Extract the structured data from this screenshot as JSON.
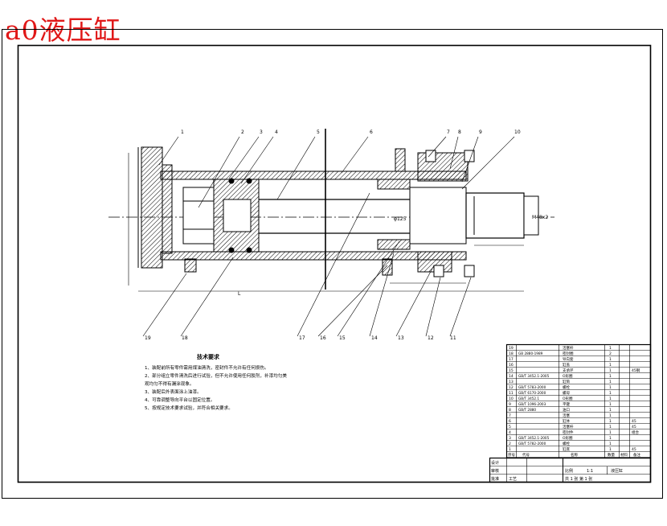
{
  "title": "a0液压缸",
  "part_numbers": [
    "1",
    "2",
    "3",
    "4",
    "5",
    "6",
    "7",
    "8",
    "9",
    "10",
    "11",
    "12",
    "13",
    "14",
    "15",
    "16",
    "17",
    "18",
    "19"
  ],
  "tech_requirements": {
    "heading": "技术要求",
    "items": [
      "1、装配前所有零件需用煤油清洗，密封件不允许有任何损伤。",
      "2、部分组立零件清洗后进行试验，但不允许使用任何胶剂，补漆均匀美",
      "观均匀不得有漏涂现象。",
      "3、装配后外表面涂上油漆。",
      "4、可靠调整导向平台以固定位置。",
      "5、按规定技术要求试验，并符合相关要求。"
    ]
  },
  "bom_rows": [
    {
      "no": "19",
      "code": "",
      "name": "活塞杆",
      "qty": "1",
      "material": "",
      "note": ""
    },
    {
      "no": "18",
      "code": "GB 2880-1989",
      "name": "密封圈",
      "qty": "2",
      "material": "",
      "note": ""
    },
    {
      "no": "17",
      "code": "",
      "name": "导向套",
      "qty": "1",
      "material": "",
      "note": ""
    },
    {
      "no": "16",
      "code": "",
      "name": "缸盖",
      "qty": "1",
      "material": "",
      "note": ""
    },
    {
      "no": "15",
      "code": "",
      "name": "支承环",
      "qty": "1",
      "material": "",
      "note": "45钢"
    },
    {
      "no": "14",
      "code": "GB/T 3452.1-2005",
      "name": "O形圈",
      "qty": "1",
      "material": "",
      "note": ""
    },
    {
      "no": "13",
      "code": "",
      "name": "缸筒",
      "qty": "1",
      "material": "",
      "note": ""
    },
    {
      "no": "12",
      "code": "GB/T 5783-2000",
      "name": "螺栓",
      "qty": "1",
      "material": "",
      "note": ""
    },
    {
      "no": "11",
      "code": "GB/T 6170-2000",
      "name": "螺母",
      "qty": "1",
      "material": "",
      "note": ""
    },
    {
      "no": "10",
      "code": "GB/T 3452.1",
      "name": "O形圈",
      "qty": "1",
      "material": "",
      "note": ""
    },
    {
      "no": "9",
      "code": "GB/T 1096-2003",
      "name": "平键",
      "qty": "1",
      "material": "",
      "note": ""
    },
    {
      "no": "8",
      "code": "GB/T 2880",
      "name": "油口",
      "qty": "1",
      "material": "",
      "note": ""
    },
    {
      "no": "7",
      "code": "",
      "name": "活塞",
      "qty": "1",
      "material": "",
      "note": ""
    },
    {
      "no": "6",
      "code": "",
      "name": "缸体",
      "qty": "1",
      "material": "",
      "note": "45"
    },
    {
      "no": "5",
      "code": "",
      "name": "活塞杆",
      "qty": "1",
      "material": "",
      "note": "45"
    },
    {
      "no": "4",
      "code": "",
      "name": "密封件",
      "qty": "1",
      "material": "",
      "note": "组合"
    },
    {
      "no": "3",
      "code": "GB/T 3452.1-2005",
      "name": "O形圈",
      "qty": "1",
      "material": "",
      "note": ""
    },
    {
      "no": "2",
      "code": "GB/T 5782-2000",
      "name": "螺栓",
      "qty": "1",
      "material": "",
      "note": ""
    },
    {
      "no": "1",
      "code": "",
      "name": "缸底",
      "qty": "1",
      "material": "",
      "note": "45"
    }
  ],
  "bom_header": {
    "no": "序号",
    "code": "代号",
    "name": "名称",
    "qty": "数量",
    "material": "材料",
    "note": "备注"
  },
  "title_block": {
    "design": "设计",
    "check": "审核",
    "process": "工艺",
    "approve": "批准",
    "scale_label": "比例",
    "scale": "1:1",
    "sheet": "共 1 张 第 1 张",
    "drawing_name": "液压缸"
  },
  "dimensions": {
    "overall": "L",
    "rod_thread": "M48x2",
    "bore": "φ125"
  },
  "colors": {
    "title": "#e01818",
    "line": "#000000",
    "hatch": "#000000"
  }
}
